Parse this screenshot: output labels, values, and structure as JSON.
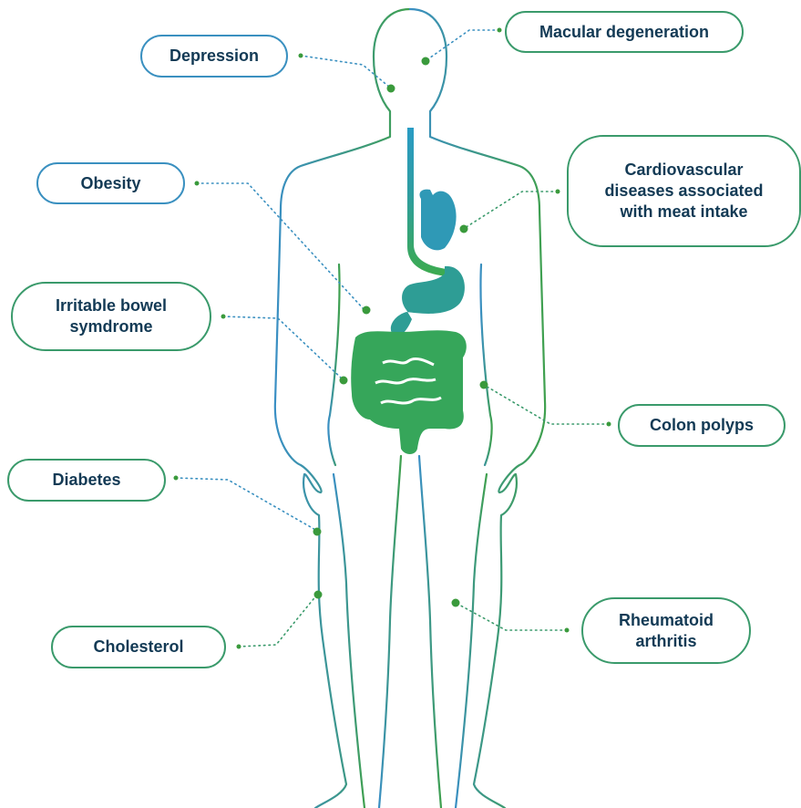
{
  "colors": {
    "outline_blue": "#3a8fc4",
    "outline_green": "#3fa04e",
    "organ_teal": "#2a9db4",
    "organ_green": "#39a85a",
    "text": "#133a55",
    "dot": "#3a9a3c",
    "dotted_line_blue": "#3a90c0",
    "dotted_line_green": "#3a9a6b"
  },
  "icons": [
    "human-body-outline",
    "heart",
    "esophagus",
    "stomach",
    "intestines"
  ],
  "labels": {
    "depression": "Depression",
    "macular": "Macular degeneration",
    "obesity": "Obesity",
    "cardio_1": "Cardiovascular",
    "cardio_2": "diseases associated",
    "cardio_3": "with meat intake",
    "ibs_1": "Irritable bowel",
    "ibs_2": "symdrome",
    "colon": "Colon polyps",
    "diabetes": "Diabetes",
    "cholesterol": "Cholesterol",
    "rheuma_1": "Rheumatoid",
    "rheuma_2": "arthritis"
  }
}
